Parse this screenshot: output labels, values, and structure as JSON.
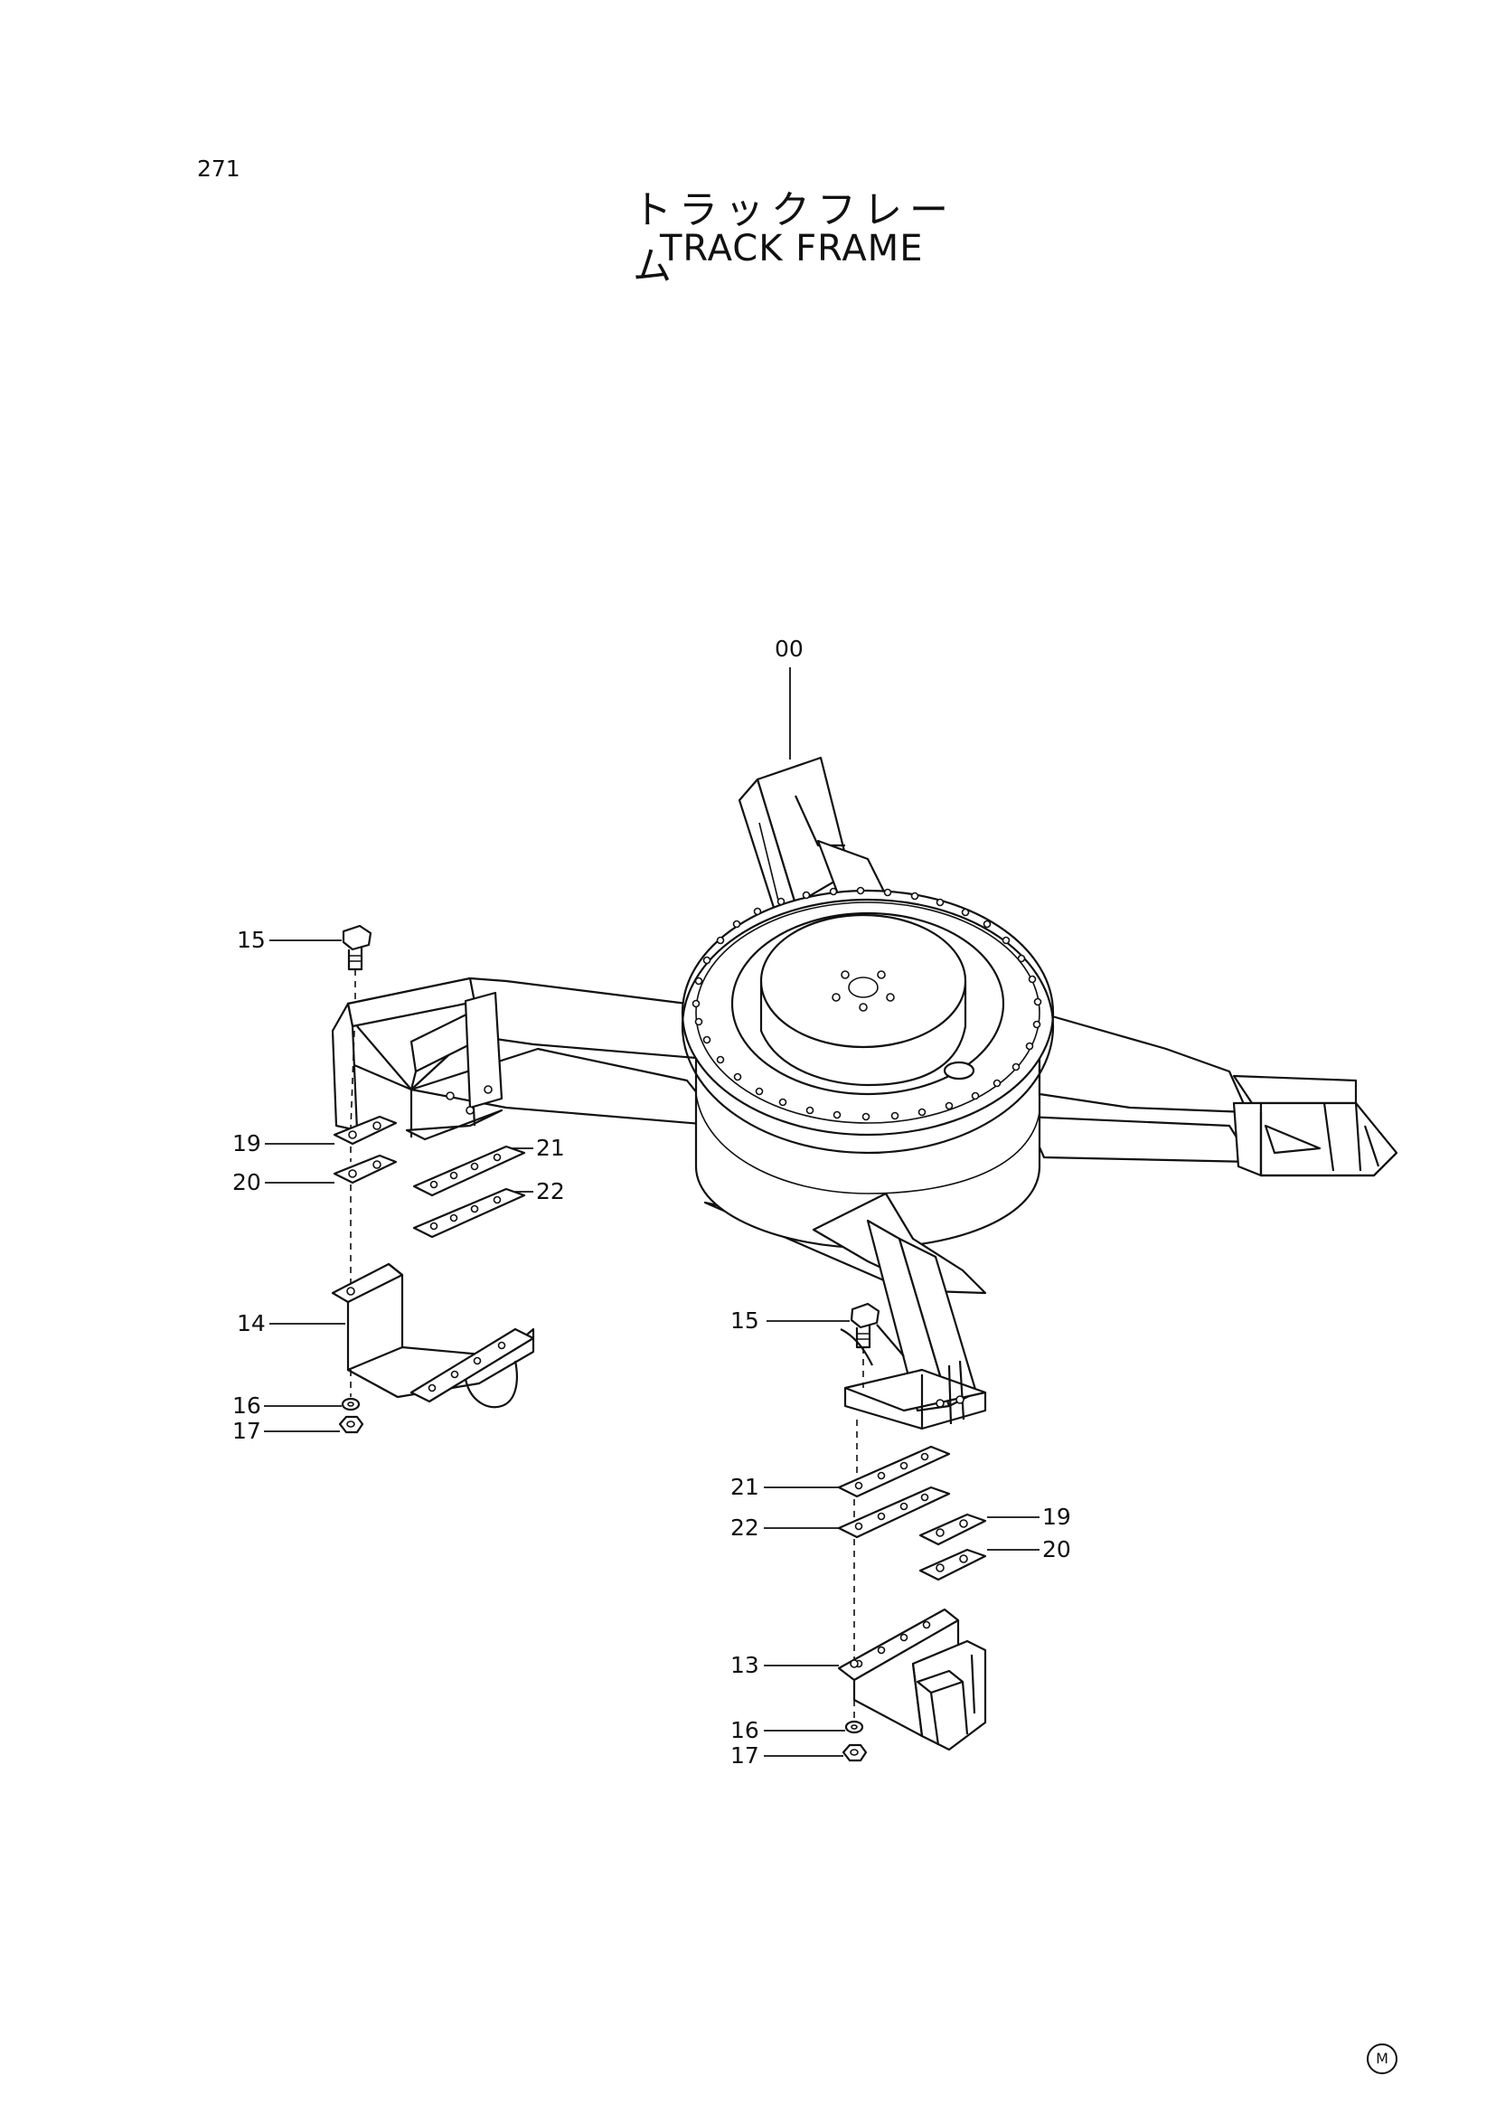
{
  "page_number": "271",
  "title_japanese": "トラックフレーム",
  "title_english": "TRACK FRAME",
  "callouts": {
    "c00": "00",
    "c15_left": "15",
    "c19_left": "19",
    "c20_left": "20",
    "c21_left": "21",
    "c22_left": "22",
    "c14": "14",
    "c16_left": "16",
    "c17_left": "17",
    "c15_right": "15",
    "c21_right": "21",
    "c22_right": "22",
    "c19_right": "19",
    "c20_right": "20",
    "c13": "13",
    "c16_right": "16",
    "c17_right": "17"
  },
  "corner_mark": "M"
}
